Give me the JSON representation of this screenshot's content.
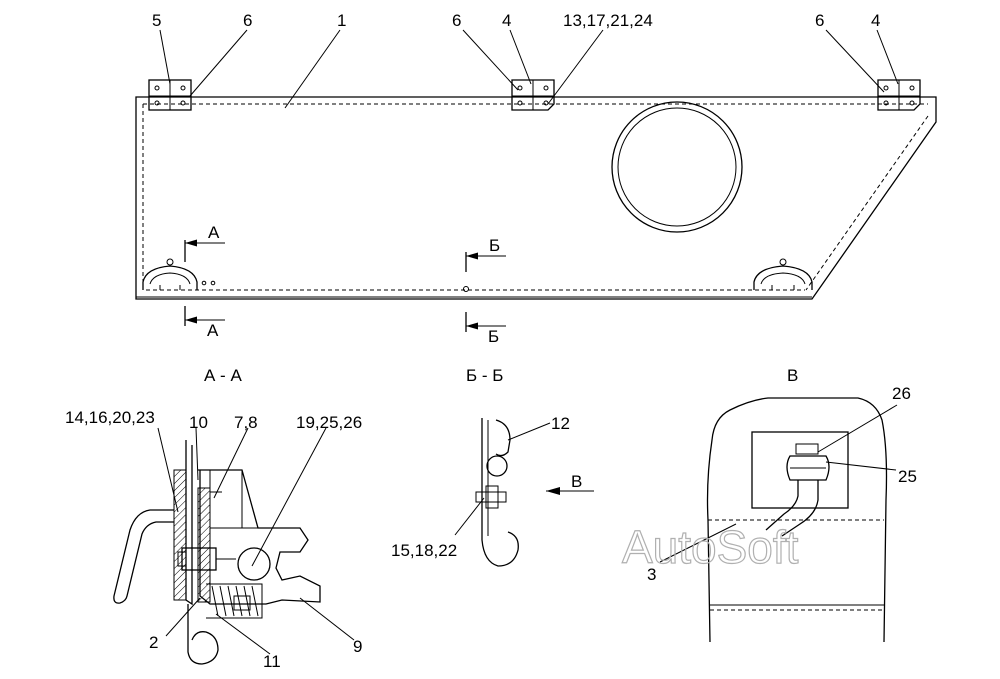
{
  "callouts_top": {
    "c5": "5",
    "c6a": "6",
    "c1": "1",
    "c6b": "6",
    "c4a": "4",
    "c13": "13,17,21,24",
    "c6c": "6",
    "c4b": "4"
  },
  "section_marks": {
    "a_upper": "А",
    "a_lower": "А",
    "b_upper": "Б",
    "b_lower": "Б"
  },
  "section_titles": {
    "aa": "А - А",
    "bb": "Б - Б",
    "v": "В"
  },
  "callouts_aa": {
    "c14": "14,16,20,23",
    "c10": "10",
    "c78": "7,8",
    "c19": "19,25,26",
    "c2": "2",
    "c11": "11",
    "c9": "9"
  },
  "callouts_bb": {
    "c12": "12",
    "cv": "В",
    "c15": "15,18,22"
  },
  "callouts_v": {
    "c26": "26",
    "c25": "25",
    "c3": "3"
  },
  "watermark": "AutoSoft"
}
